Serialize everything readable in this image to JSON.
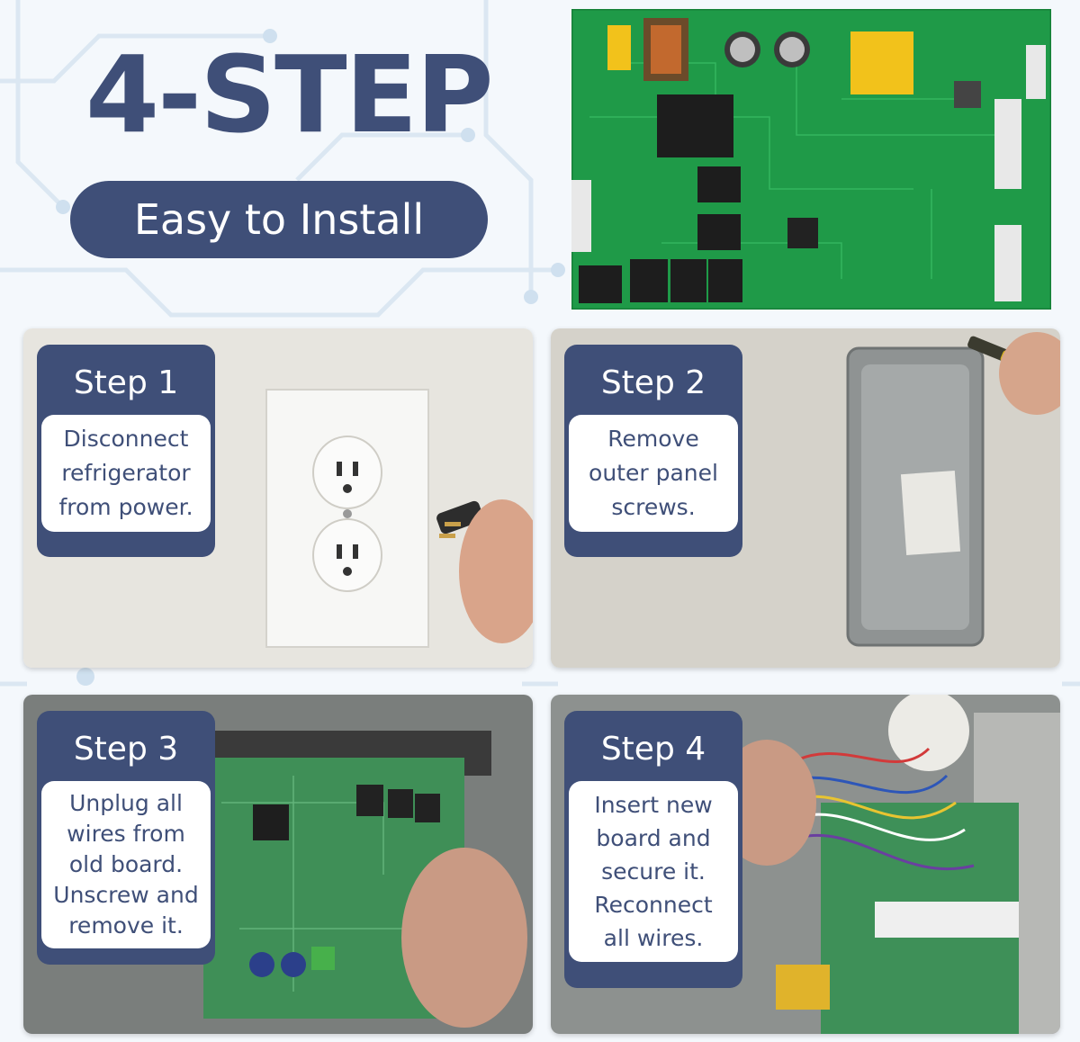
{
  "header": {
    "title": "4-STEP",
    "subtitle": "Easy to Install"
  },
  "colors": {
    "navy": "#3f4f78",
    "board_green": "#1f9a48",
    "background": "#f4f8fc"
  },
  "board_photo": {
    "icon": "control-board-image"
  },
  "steps": [
    {
      "label": "Step 1",
      "lines": [
        "Disconnect",
        "refrigerator",
        "from power."
      ],
      "icon": "wall-outlet-image"
    },
    {
      "label": "Step 2",
      "lines": [
        "Remove",
        "outer panel",
        "screws."
      ],
      "icon": "screwdriver-panel-image"
    },
    {
      "label": "Step 3",
      "lines": [
        "Unplug all",
        "wires from",
        "old board.",
        "Unscrew and",
        "remove it."
      ],
      "icon": "old-board-image"
    },
    {
      "label": "Step 4",
      "lines": [
        "Insert new",
        "board and",
        "secure it.",
        "Reconnect",
        "all wires."
      ],
      "icon": "new-board-image"
    }
  ]
}
